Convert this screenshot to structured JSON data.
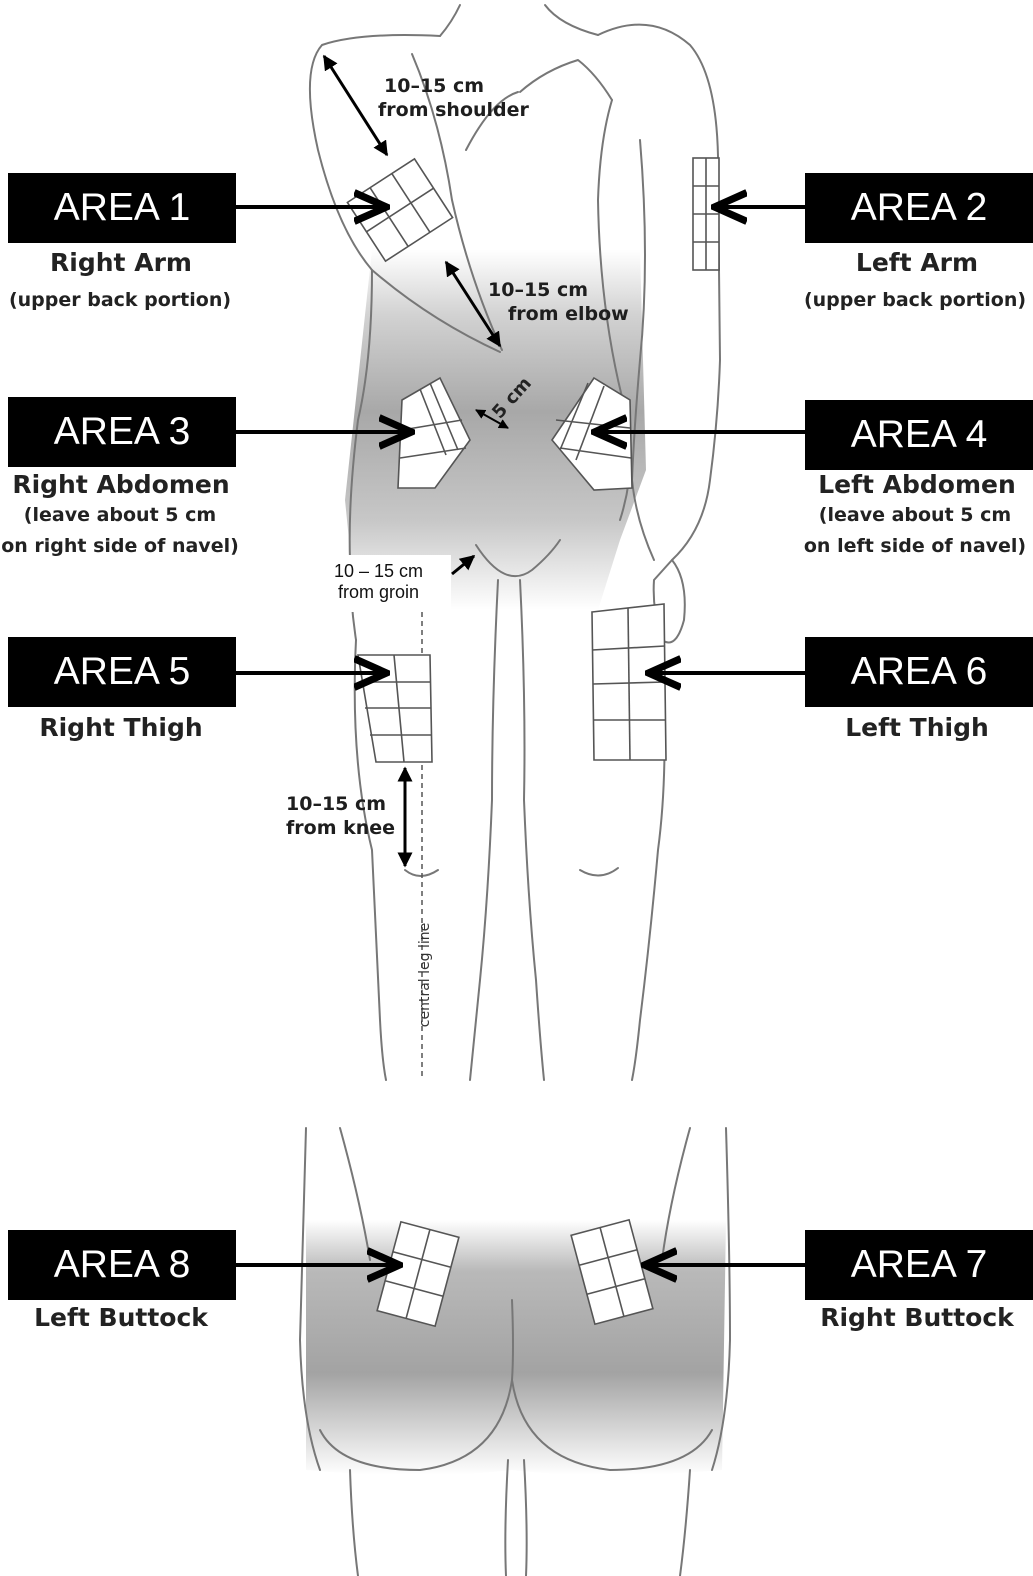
{
  "areas": [
    {
      "badge": "AREA 1",
      "name": "Right Arm",
      "detail": "(upper back portion)"
    },
    {
      "badge": "AREA 2",
      "name": "Left Arm",
      "detail": "(upper back portion)"
    },
    {
      "badge": "AREA 3",
      "name": "Right Abdomen",
      "detail": "(leave about 5 cm",
      "detail2": "on right side of navel)"
    },
    {
      "badge": "AREA 4",
      "name": "Left Abdomen",
      "detail": "(leave about 5 cm",
      "detail2": "on left side of navel)"
    },
    {
      "badge": "AREA 5",
      "name": "Right Thigh"
    },
    {
      "badge": "AREA 6",
      "name": "Left Thigh"
    },
    {
      "badge": "AREA 7",
      "name": "Right Buttock"
    },
    {
      "badge": "AREA 8",
      "name": "Left Buttock"
    }
  ],
  "notes": {
    "shoulder_1": "10–15 cm",
    "shoulder_2": "from shoulder",
    "elbow_1": "10–15 cm",
    "elbow_2": "from elbow",
    "navel": "5 cm",
    "groin_1": "10 – 15 cm",
    "groin_2": "from groin",
    "knee_1": "10–15 cm",
    "knee_2": "from knee",
    "leg_line": "central leg line"
  }
}
